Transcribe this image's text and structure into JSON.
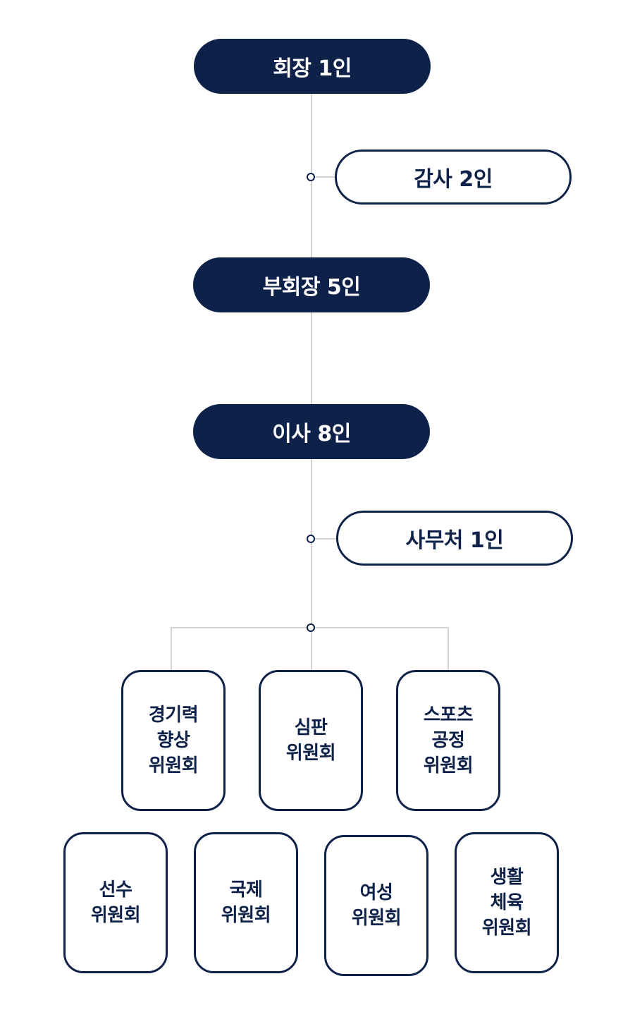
{
  "colors": {
    "navy": "#0d2149",
    "connector": "#d3d3d3",
    "background": "#ffffff"
  },
  "org": {
    "president": "회장 1인",
    "auditor": "감사 2인",
    "vice_president": "부회장 5인",
    "directors": "이사 8인",
    "secretariat": "사무처 1인"
  },
  "committees_row1": [
    "경기력\n향상\n위원회",
    "심판\n위원회",
    "스포츠\n공정\n위원회"
  ],
  "committees_row2": [
    "선수\n위원회",
    "국제\n위원회",
    "여성\n위원회",
    "생활\n체육\n위원회"
  ]
}
